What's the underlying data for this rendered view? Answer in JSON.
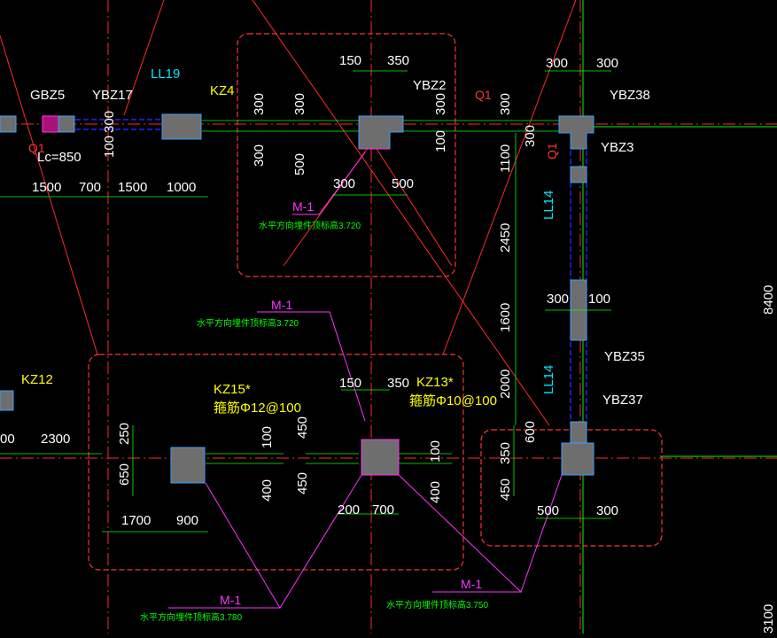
{
  "colors": {
    "background": "#000000",
    "axis": "#ff2a2a",
    "dimension": "#00ff00",
    "column": "#6e6e6e",
    "beam": "#0000ff",
    "cloud": "#ff3333",
    "door": "#ff33ff",
    "tag": "#ffff00"
  },
  "columns": {
    "gbz5": "GBZ5",
    "ybz17": "YBZ17",
    "kz4": "KZ4",
    "ybz2": "YBZ2",
    "ybz38": "YBZ38",
    "ybz3": "YBZ3",
    "ybz35": "YBZ35",
    "ybz37": "YBZ37",
    "kz12": "KZ12",
    "kz15": "KZ15*",
    "kz15_hoop": "箍筋Φ12@100",
    "kz13": "KZ13*",
    "kz13_hoop": "箍筋Φ10@100"
  },
  "beams": {
    "ll19": "LL19",
    "q1_a": "Q1",
    "q1_b": "Q1",
    "q1_c": "Q1",
    "ll14_a": "LL14",
    "ll14_b": "LL14",
    "lc": "Lc=850"
  },
  "doors": {
    "m1_a": "M-1",
    "m1_b": "M-1",
    "m1_c": "M-1",
    "m1_d": "M-1",
    "note_a": "水平方向埋件顶标高3.720",
    "note_b": "水平方向埋件顶标高3.720",
    "note_c": "水平方向埋件顶标高3.780",
    "note_d": "水平方向埋件顶标高3.750"
  },
  "dims": {
    "d1500a": "1500",
    "d700a": "700",
    "d1500b": "1500",
    "d1000": "1000",
    "d300l": "300",
    "d100l": "100",
    "d300c1": "300",
    "d300c2": "300",
    "d300c3": "300",
    "d500c": "500",
    "d150t": "150",
    "d350t": "350",
    "d300b": "300",
    "d500b": "500",
    "d300r1": "300",
    "d100r": "100",
    "d300r2": "300",
    "d300r3": "300",
    "d300tr1": "300",
    "d300tr2": "300",
    "d1100": "1100",
    "d2450": "2450",
    "d1600": "1600",
    "d300m": "300",
    "d100m": "100",
    "d2000": "2000",
    "d600": "600",
    "d350r": "350",
    "d450r": "450",
    "d500br": "500",
    "d300br": "300",
    "d00": "00",
    "d2300": "2300",
    "d250": "250",
    "d650": "650",
    "d1700": "1700",
    "d900": "900",
    "d100k": "100",
    "d400k": "400",
    "d450k1": "450",
    "d450k2": "450",
    "d150k": "150",
    "d350k": "350",
    "d200k": "200",
    "d700k": "700",
    "d100k2": "100",
    "d400k2": "400",
    "edge1": "8400",
    "edge2": "3100"
  }
}
